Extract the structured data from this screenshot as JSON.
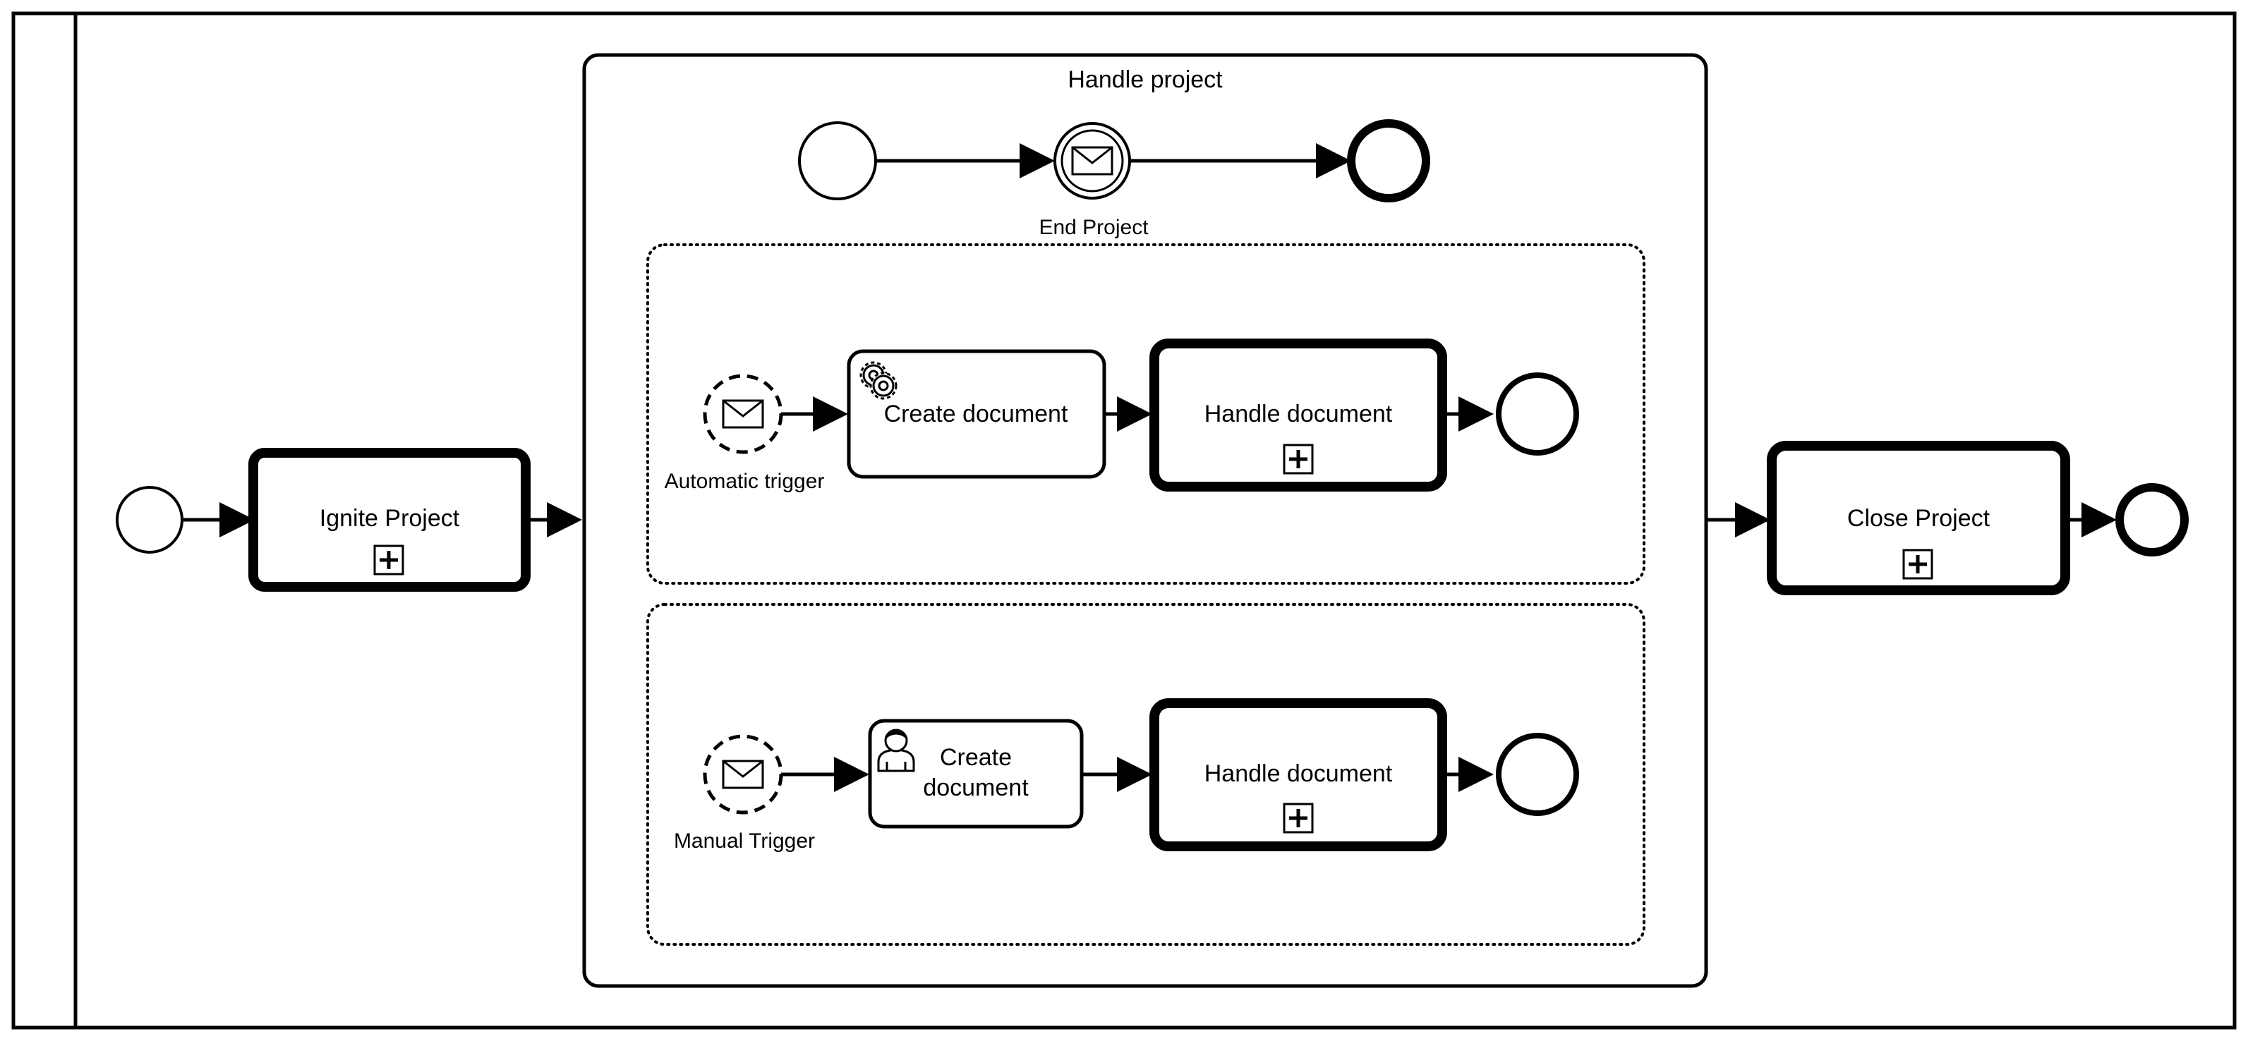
{
  "pool": {
    "label": ""
  },
  "main_flow": {
    "ignite_project": {
      "label": "Ignite Project"
    },
    "close_project": {
      "label": "Close Project"
    }
  },
  "subprocess": {
    "title": "Handle project",
    "end_project_event": {
      "label": "End Project",
      "icon": "envelope-icon"
    },
    "automatic_branch": {
      "trigger_label": "Automatic trigger",
      "trigger_icon": "envelope-icon",
      "create_task": {
        "label": "Create document",
        "type_icon": "gear-icon"
      },
      "handle_task": {
        "label": "Handle document"
      }
    },
    "manual_branch": {
      "trigger_label": "Manual Trigger",
      "trigger_icon": "envelope-icon",
      "create_task": {
        "line1": "Create",
        "line2": "document",
        "type_icon": "user-icon"
      },
      "handle_task": {
        "label": "Handle document"
      }
    }
  }
}
